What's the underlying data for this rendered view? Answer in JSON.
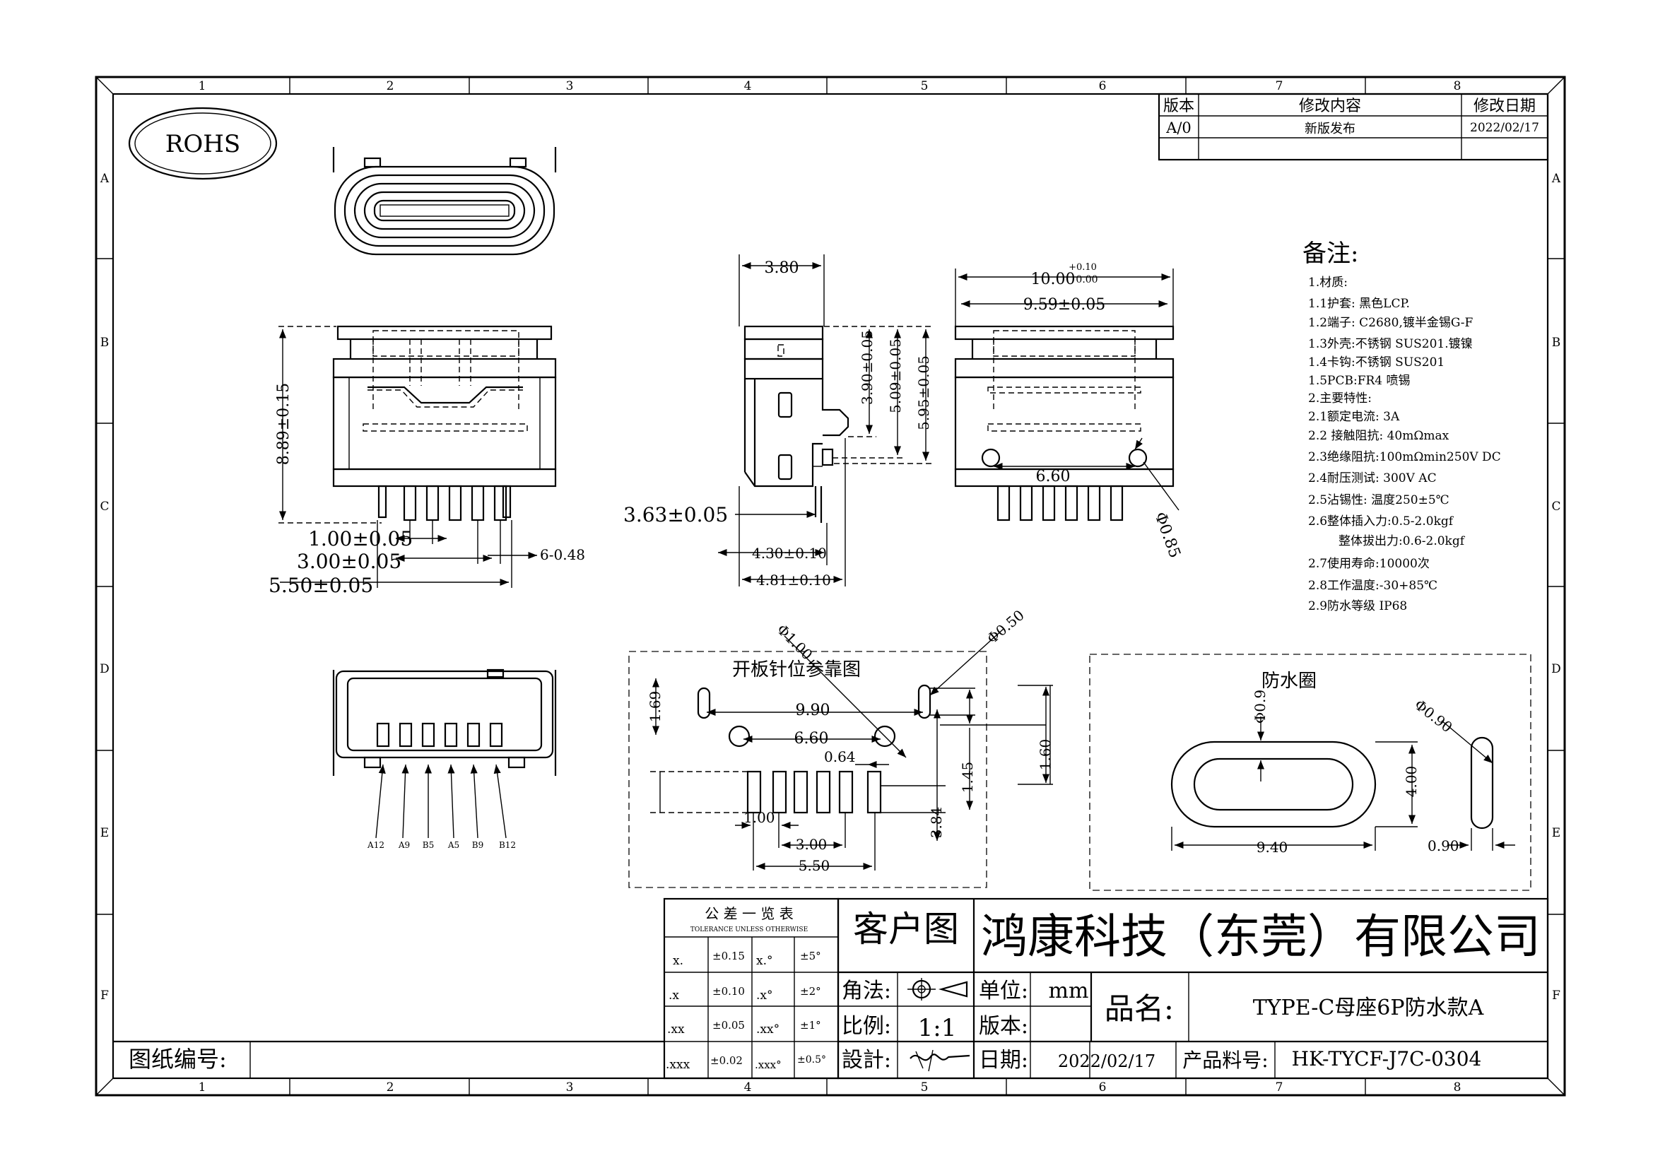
{
  "border": {
    "columns": [
      "1",
      "2",
      "3",
      "4",
      "5",
      "6",
      "7",
      "8"
    ],
    "rows": [
      "A",
      "B",
      "C",
      "D",
      "E",
      "F"
    ]
  },
  "logo": {
    "text": "ROHS"
  },
  "revision": {
    "headers": {
      "ver": "版本",
      "content": "修改内容",
      "date": "修改日期"
    },
    "rows": [
      {
        "ver": "A/0",
        "content": "新版发布",
        "date": "2022/02/17"
      }
    ]
  },
  "notes": {
    "title": "备注:",
    "lines": [
      "1.材质:",
      "1.1护套: 黑色LCP.",
      "1.2端子: C2680,镀半金锡G-F",
      "1.3外壳:不锈钢 SUS201.镀镍",
      "1.4卡钩:不锈钢 SUS201",
      "1.5PCB:FR4 喷锡",
      "2.主要特性:",
      "2.1额定电流: 3A",
      "2.2 接触阻抗: 40mΩmax",
      "2.3绝缘阻抗:100mΩmin250V DC",
      "2.4耐压测试: 300V AC",
      "2.5沾锡性: 温度250±5℃",
      "2.6整体插入力:0.5-2.0kgf",
      "整体拔出力:0.6-2.0kgf",
      "2.7使用寿命:10000次",
      "2.8工作温度:-30+85℃",
      "2.9防水等级 IP68"
    ]
  },
  "dims": {
    "front": {
      "height": "8.89±0.15",
      "pitch": "1.00±0.05",
      "span1": "3.00±0.05",
      "span2": "5.50±0.05",
      "pins": "6-0.48"
    },
    "side": {
      "top": "3.80",
      "d1": "3.90±0.05",
      "d2": "5.09±0.05",
      "d3": "5.95±0.05",
      "left": "3.63±0.05",
      "b1": "4.30±0.10",
      "b2": "4.81±0.10"
    },
    "back": {
      "tol": "+0.10",
      "w1": "10.00",
      "w1tol": "0.00",
      "w2": "9.59±0.05",
      "peg": "6.60",
      "hole": "Φ0.85"
    }
  },
  "pinout": {
    "labels": [
      "A12",
      "A9",
      "B5",
      "A5",
      "B9",
      "B12"
    ]
  },
  "pcb": {
    "title": "开板针位参靠图",
    "dims": {
      "d1": "Φ1.00",
      "d2": "Φ0.50",
      "h1": "1.69",
      "w990": "9.90",
      "w660": "6.60",
      "w064": "0.64",
      "h145": "1.45",
      "h160": "1.60",
      "h384": "3.84",
      "p100": "1.00",
      "p300": "3.00",
      "p550": "5.50"
    }
  },
  "seal": {
    "title": "防水圈",
    "dims": {
      "d09": "Φ0.9",
      "h400": "4.00",
      "w940": "9.40",
      "d090": "Φ0.90",
      "t090": "0.90"
    }
  },
  "tolerance": {
    "title": "公 差 一 览 表",
    "subtitle": "TOLERANCE UNLESS OTHERWISE",
    "rows": [
      {
        "k": "x.",
        "v": "±0.15",
        "ka": "x.°",
        "va": "±5°"
      },
      {
        "k": ".x",
        "v": "±0.10",
        "ka": ".x°",
        "va": "±2°"
      },
      {
        "k": ".xx",
        "v": "±0.05",
        "ka": ".xx°",
        "va": "±1°"
      },
      {
        "k": ".xxx",
        "v": "±0.02",
        "ka": ".xxx°",
        "va": "±0.5°"
      }
    ]
  },
  "titleblock": {
    "drawing_type": "客户图",
    "company": "鸿康科技（东莞）有限公司",
    "projection_label": "角法:",
    "unit_label": "单位:",
    "unit": "mm",
    "scale_label": "比例:",
    "scale": "1:1",
    "version_label": "版本:",
    "design_label": "設計:",
    "date_label": "日期:",
    "date": "2022/02/17",
    "product_name_label": "品名:",
    "product_name": "TYPE-C母座6P防水款A",
    "part_no_label": "产品料号:",
    "part_no": "HK-TYCF-J7C-0304",
    "drawing_no_label": "图纸编号:"
  }
}
